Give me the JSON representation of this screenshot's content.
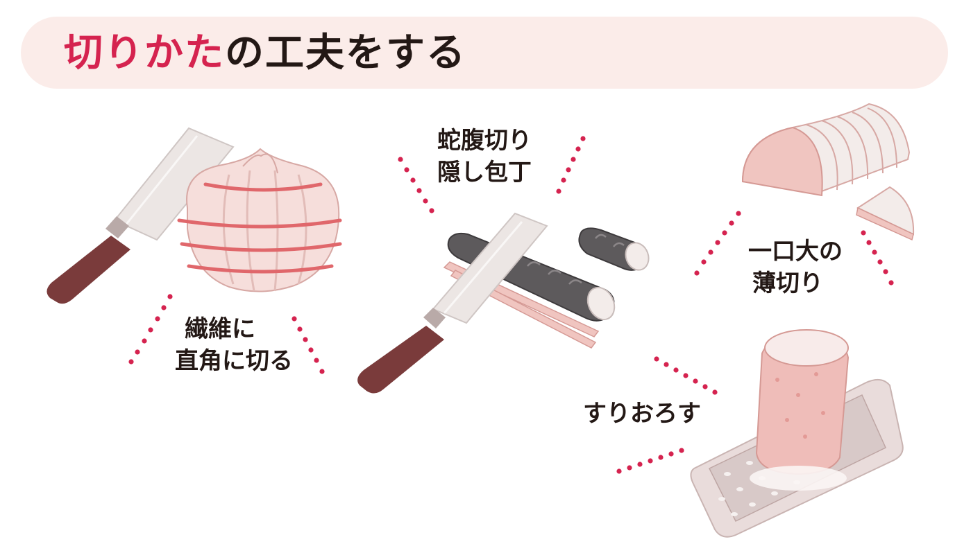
{
  "header": {
    "title_accent": "切りかた",
    "title_rest": "の工夫をする"
  },
  "colors": {
    "accent": "#d5234f",
    "header_background": "#fbece9",
    "text": "#231815",
    "knife_handle": "#7a3b3b",
    "illustration_fill": "#f3d9d6"
  },
  "captions": {
    "onion": {
      "line1": "繊維に",
      "line2": "直角に切る"
    },
    "eggplant": {
      "line1": "蛇腹切り",
      "line2": "隠し包丁"
    },
    "radish": {
      "line1": "一口大の",
      "line2": "薄切り"
    },
    "grate": {
      "line1": "すりおろす"
    }
  },
  "icons": {
    "onion_knife": "knife-icon",
    "onion": "onion-icon",
    "eggplant_knife": "knife-icon",
    "eggplant": "eggplant-icon",
    "chopsticks": "chopsticks-icon",
    "eggplant_piece": "eggplant-piece-icon",
    "daikon_half": "sliced-daikon-icon",
    "daikon_wedge": "daikon-wedge-icon",
    "grater": "grater-icon",
    "daikon_grated": "daikon-icon"
  }
}
